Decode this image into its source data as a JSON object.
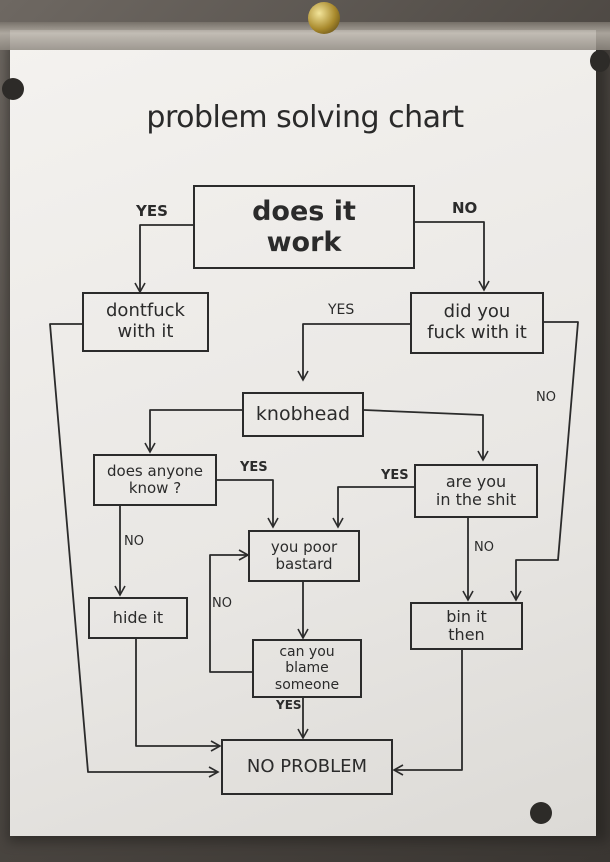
{
  "title": "problem solving chart",
  "nodes": {
    "does_it_work": "does it\nwork",
    "dont_touch": "dontfuck\nwith it",
    "did_you_touch": "did you\nfuck with it",
    "knobhead": "knobhead",
    "does_anyone_know": "does anyone\nknow ?",
    "are_you_in_trouble": "are you\nin the shit",
    "you_poor": "you poor\nbastard",
    "hide_it": "hide it",
    "bin_it": "bin it\nthen",
    "can_you_blame": "can you\nblame\nsomeone",
    "no_problem": "NO PROBLEM"
  },
  "labels": {
    "yes_top": "YES",
    "no_top": "NO",
    "yes_did": "YES",
    "no_right": "NO",
    "yes_anyone": "YES",
    "yes_shit": "YES",
    "no_anyone": "NO",
    "no_shit": "NO",
    "no_blame": "NO",
    "yes_blame": "YES"
  }
}
